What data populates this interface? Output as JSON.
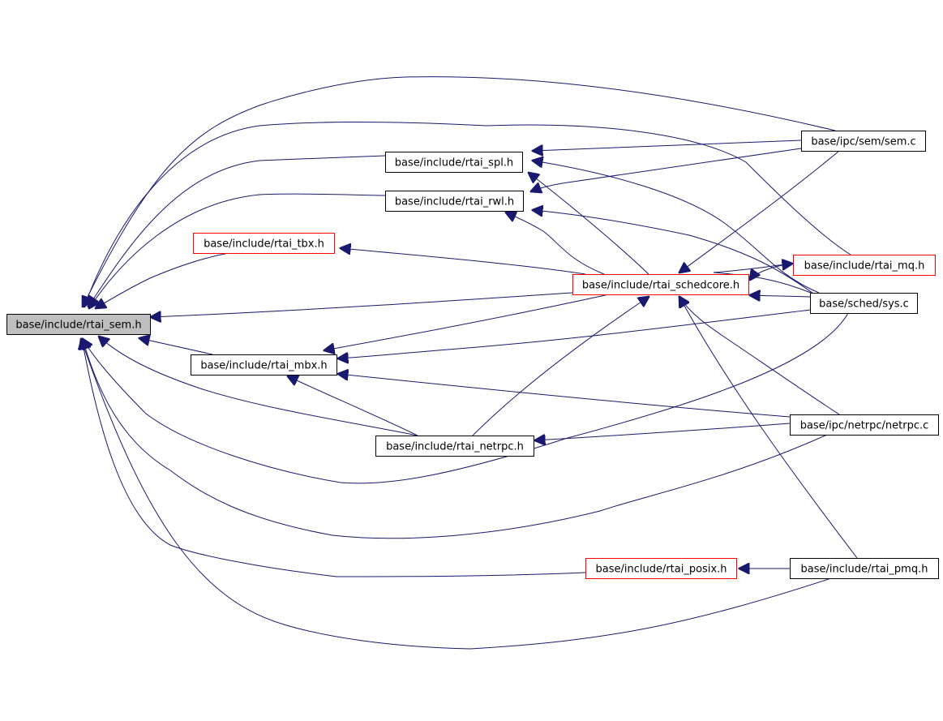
{
  "colors": {
    "edge": "#191970",
    "focus_fill": "#bfbfbf",
    "plain_border": "#000000",
    "truncated_border": "#ff0000",
    "background": "#ffffff"
  },
  "nodes": [
    {
      "id": "rtai_sem",
      "label": "base/include/rtai_sem.h",
      "style": "focus"
    },
    {
      "id": "rtai_tbx",
      "label": "base/include/rtai_tbx.h",
      "style": "truncated"
    },
    {
      "id": "rtai_spl",
      "label": "base/include/rtai_spl.h",
      "style": "plain"
    },
    {
      "id": "rtai_rwl",
      "label": "base/include/rtai_rwl.h",
      "style": "plain"
    },
    {
      "id": "rtai_mbx",
      "label": "base/include/rtai_mbx.h",
      "style": "plain"
    },
    {
      "id": "rtai_netrpc",
      "label": "base/include/rtai_netrpc.h",
      "style": "plain"
    },
    {
      "id": "rtai_posix",
      "label": "base/include/rtai_posix.h",
      "style": "truncated"
    },
    {
      "id": "rtai_schedcore",
      "label": "base/include/rtai_schedcore.h",
      "style": "truncated"
    },
    {
      "id": "sem_c",
      "label": "base/ipc/sem/sem.c",
      "style": "plain"
    },
    {
      "id": "rtai_mq",
      "label": "base/include/rtai_mq.h",
      "style": "truncated"
    },
    {
      "id": "sys_c",
      "label": "base/sched/sys.c",
      "style": "plain"
    },
    {
      "id": "netrpc_c",
      "label": "base/ipc/netrpc/netrpc.c",
      "style": "plain"
    },
    {
      "id": "rtai_pmq",
      "label": "base/include/rtai_pmq.h",
      "style": "plain"
    }
  ],
  "edges": [
    {
      "from": "rtai_tbx",
      "to": "rtai_sem"
    },
    {
      "from": "rtai_spl",
      "to": "rtai_sem"
    },
    {
      "from": "rtai_rwl",
      "to": "rtai_sem"
    },
    {
      "from": "rtai_mbx",
      "to": "rtai_sem"
    },
    {
      "from": "rtai_netrpc",
      "to": "rtai_sem"
    },
    {
      "from": "rtai_posix",
      "to": "rtai_sem"
    },
    {
      "from": "rtai_schedcore",
      "to": "rtai_sem"
    },
    {
      "from": "sem_c",
      "to": "rtai_sem"
    },
    {
      "from": "rtai_mq",
      "to": "rtai_sem"
    },
    {
      "from": "sys_c",
      "to": "rtai_sem"
    },
    {
      "from": "netrpc_c",
      "to": "rtai_sem"
    },
    {
      "from": "rtai_pmq",
      "to": "rtai_sem"
    },
    {
      "from": "sem_c",
      "to": "rtai_spl"
    },
    {
      "from": "sys_c",
      "to": "rtai_spl"
    },
    {
      "from": "rtai_schedcore",
      "to": "rtai_spl"
    },
    {
      "from": "sem_c",
      "to": "rtai_rwl"
    },
    {
      "from": "sys_c",
      "to": "rtai_rwl"
    },
    {
      "from": "rtai_schedcore",
      "to": "rtai_rwl"
    },
    {
      "from": "rtai_schedcore",
      "to": "rtai_tbx"
    },
    {
      "from": "sys_c",
      "to": "rtai_mbx"
    },
    {
      "from": "netrpc_c",
      "to": "rtai_mbx"
    },
    {
      "from": "rtai_netrpc",
      "to": "rtai_mbx"
    },
    {
      "from": "rtai_schedcore",
      "to": "rtai_mbx"
    },
    {
      "from": "netrpc_c",
      "to": "rtai_netrpc"
    },
    {
      "from": "sem_c",
      "to": "rtai_schedcore"
    },
    {
      "from": "rtai_mq",
      "to": "rtai_schedcore"
    },
    {
      "from": "sys_c",
      "to": "rtai_schedcore"
    },
    {
      "from": "netrpc_c",
      "to": "rtai_schedcore"
    },
    {
      "from": "rtai_pmq",
      "to": "rtai_schedcore"
    },
    {
      "from": "rtai_netrpc",
      "to": "rtai_schedcore"
    },
    {
      "from": "sys_c",
      "to": "rtai_mq"
    },
    {
      "from": "rtai_pmq",
      "to": "rtai_posix"
    }
  ]
}
